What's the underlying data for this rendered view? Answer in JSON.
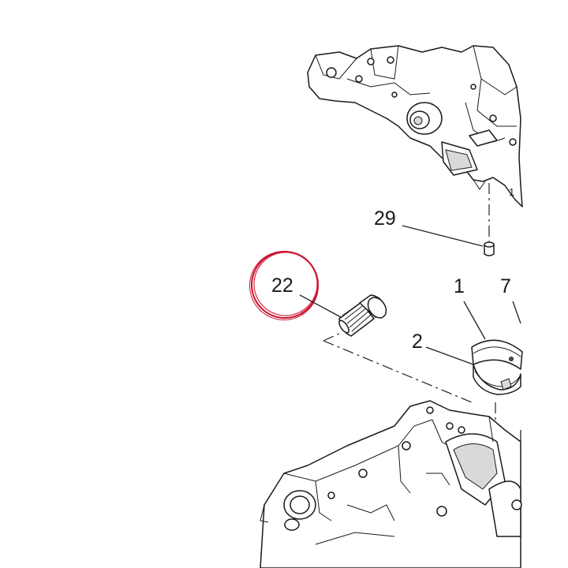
{
  "callouts": {
    "c22": "22",
    "c29": "29",
    "c1": "1",
    "c7": "7",
    "c2": "2",
    "c1_small": "1"
  },
  "highlight": {
    "target": "22",
    "color": "#c8102e"
  }
}
